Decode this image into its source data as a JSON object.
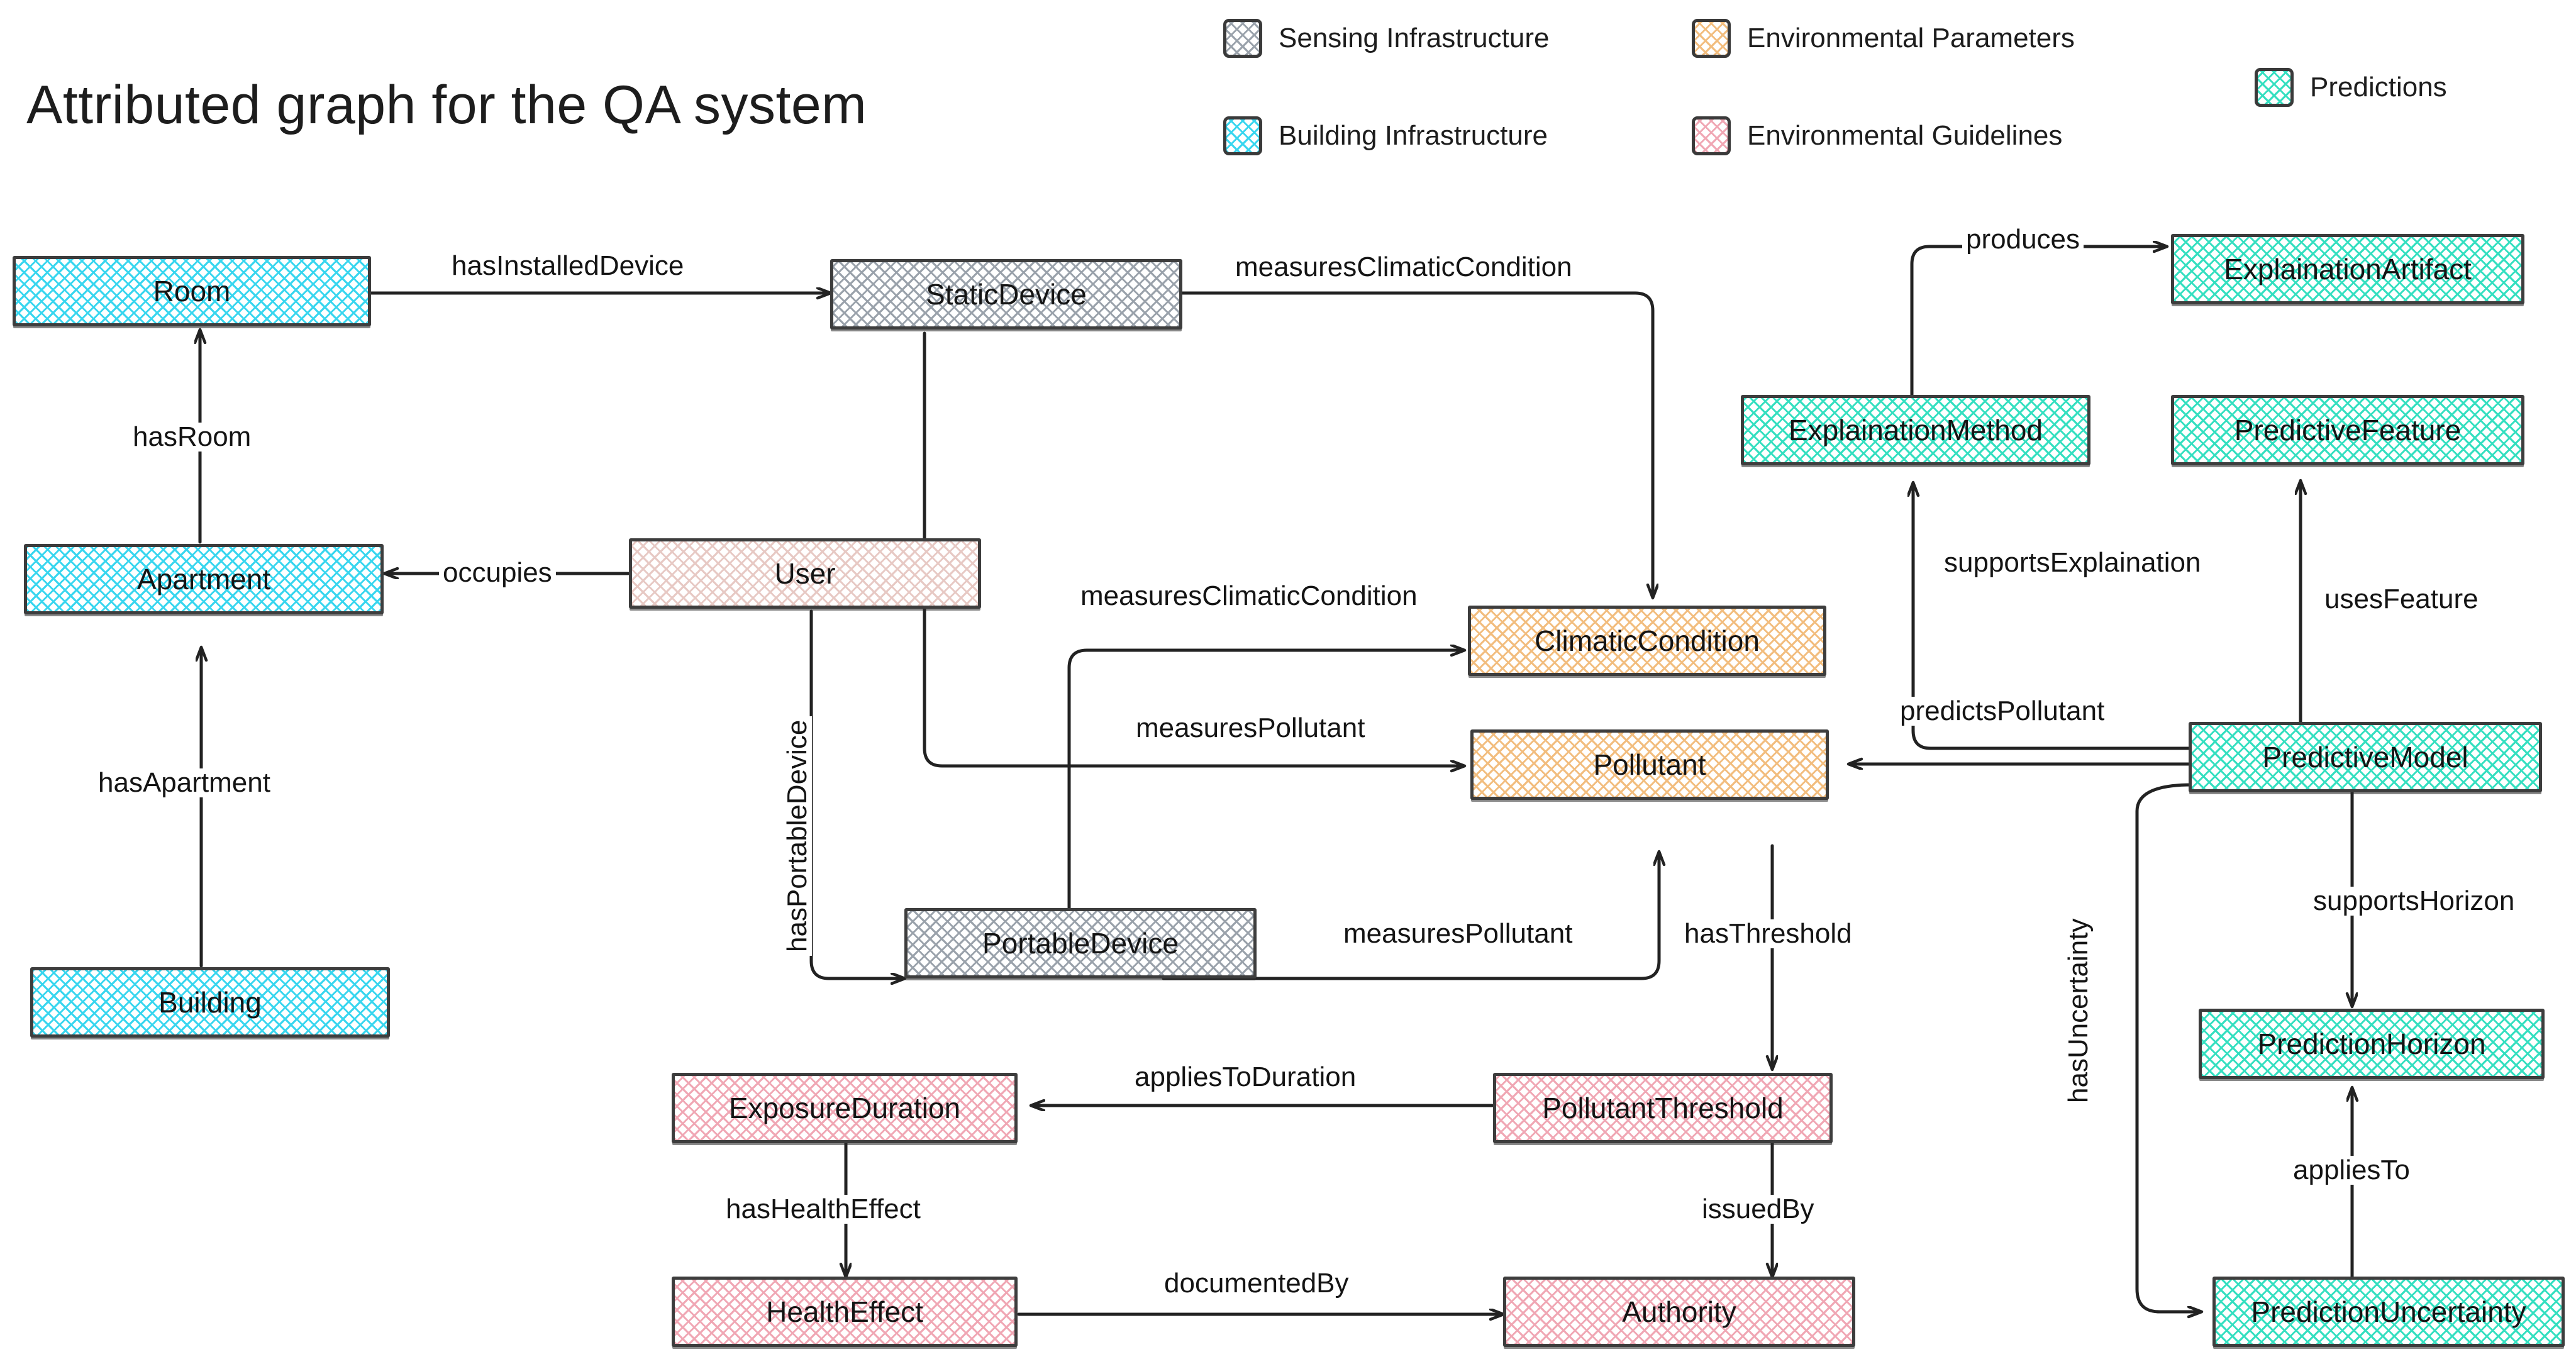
{
  "page": {
    "title": "Attributed graph for the QA system",
    "background": "#ffffff"
  },
  "legend": {
    "items": [
      {
        "label": "Sensing Infrastructure",
        "color": "#9aa2ab",
        "key": "sensing"
      },
      {
        "label": "Environmental Parameters",
        "color": "#f2bd7e",
        "key": "parameters"
      },
      {
        "label": "Predictions",
        "color": "#34dfc0",
        "key": "predictions"
      },
      {
        "label": "Building Infrastructure",
        "color": "#38d6ef",
        "key": "building"
      },
      {
        "label": "Environmental Guidelines",
        "color": "#f0a7b4",
        "key": "guidelines"
      }
    ]
  },
  "graph": {
    "nodes": [
      {
        "id": "room",
        "label": "Room",
        "category": "building"
      },
      {
        "id": "apartment",
        "label": "Apartment",
        "category": "building"
      },
      {
        "id": "building",
        "label": "Building",
        "category": "building"
      },
      {
        "id": "user",
        "label": "User",
        "category": "user"
      },
      {
        "id": "staticDevice",
        "label": "StaticDevice",
        "category": "sensing"
      },
      {
        "id": "portableDevice",
        "label": "PortableDevice",
        "category": "sensing"
      },
      {
        "id": "climaticCondition",
        "label": "ClimaticCondition",
        "category": "parameters"
      },
      {
        "id": "pollutant",
        "label": "Pollutant",
        "category": "parameters"
      },
      {
        "id": "pollutantThreshold",
        "label": "PollutantThreshold",
        "category": "guidelines"
      },
      {
        "id": "exposureDuration",
        "label": "ExposureDuration",
        "category": "guidelines"
      },
      {
        "id": "healthEffect",
        "label": "HealthEffect",
        "category": "guidelines"
      },
      {
        "id": "authority",
        "label": "Authority",
        "category": "guidelines"
      },
      {
        "id": "explainationArtifact",
        "label": "ExplainationArtifact",
        "category": "predictions"
      },
      {
        "id": "explainationMethod",
        "label": "ExplainationMethod",
        "category": "predictions"
      },
      {
        "id": "predictiveFeature",
        "label": "PredictiveFeature",
        "category": "predictions"
      },
      {
        "id": "predictiveModel",
        "label": "PredictiveModel",
        "category": "predictions"
      },
      {
        "id": "predictionHorizon",
        "label": "PredictionHorizon",
        "category": "predictions"
      },
      {
        "id": "predictionUncertainty",
        "label": "PredictionUncertainty",
        "category": "predictions"
      }
    ],
    "edges": [
      {
        "from": "room",
        "to": "staticDevice",
        "label": "hasInstalledDevice"
      },
      {
        "from": "apartment",
        "to": "room",
        "label": "hasRoom"
      },
      {
        "from": "building",
        "to": "apartment",
        "label": "hasApartment"
      },
      {
        "from": "user",
        "to": "apartment",
        "label": "occupies"
      },
      {
        "from": "user",
        "to": "portableDevice",
        "label": "hasPortableDevice"
      },
      {
        "from": "staticDevice",
        "to": "climaticCondition",
        "label": "measuresClimaticCondition"
      },
      {
        "from": "portableDevice",
        "to": "climaticCondition",
        "label": "measuresClimaticCondition"
      },
      {
        "from": "staticDevice",
        "to": "pollutant",
        "label": "measuresPollutant"
      },
      {
        "from": "portableDevice",
        "to": "pollutant",
        "label": "measuresPollutant"
      },
      {
        "from": "pollutant",
        "to": "pollutantThreshold",
        "label": "hasThreshold"
      },
      {
        "from": "pollutantThreshold",
        "to": "exposureDuration",
        "label": "appliesToDuration"
      },
      {
        "from": "pollutantThreshold",
        "to": "authority",
        "label": "issuedBy"
      },
      {
        "from": "exposureDuration",
        "to": "healthEffect",
        "label": "hasHealthEffect"
      },
      {
        "from": "healthEffect",
        "to": "authority",
        "label": "documentedBy"
      },
      {
        "from": "explainationMethod",
        "to": "explainationArtifact",
        "label": "produces"
      },
      {
        "from": "predictiveModel",
        "to": "explainationMethod",
        "label": "supportsExplaination"
      },
      {
        "from": "predictiveModel",
        "to": "predictiveFeature",
        "label": "usesFeature"
      },
      {
        "from": "predictiveModel",
        "to": "pollutant",
        "label": "predictsPollutant"
      },
      {
        "from": "predictiveModel",
        "to": "predictionHorizon",
        "label": "supportsHorizon"
      },
      {
        "from": "predictiveModel",
        "to": "predictionUncertainty",
        "label": "hasUncertainty"
      },
      {
        "from": "predictionUncertainty",
        "to": "predictionHorizon",
        "label": "appliesTo"
      }
    ]
  }
}
